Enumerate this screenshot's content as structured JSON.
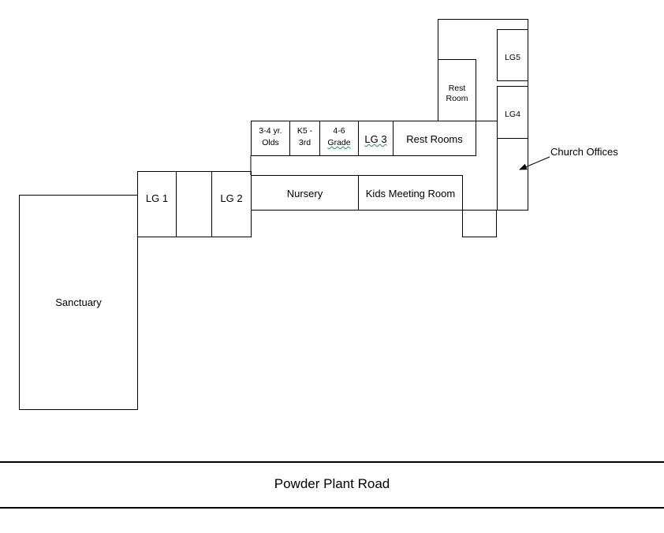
{
  "rooms": {
    "sanctuary": "Sanctuary",
    "lg1": "LG 1",
    "lg2": "LG 2",
    "nursery": "Nursery",
    "kids_meeting_room": "Kids Meeting Room",
    "three_four_yr_olds_line1": "3-4 yr.",
    "three_four_yr_olds_line2": "Olds",
    "k5_3rd_line1": "K5 -",
    "k5_3rd_line2": "3rd",
    "four_six_grade_line1": "4-6",
    "four_six_grade_line2": "Grade",
    "lg3": "LG 3",
    "rest_rooms": "Rest Rooms",
    "rest_room_line1": "Rest",
    "rest_room_line2": "Room",
    "lg5": "LG5",
    "lg4": "LG4"
  },
  "annotations": {
    "church_offices": "Church Offices"
  },
  "road": {
    "name": "Powder Plant Road"
  }
}
